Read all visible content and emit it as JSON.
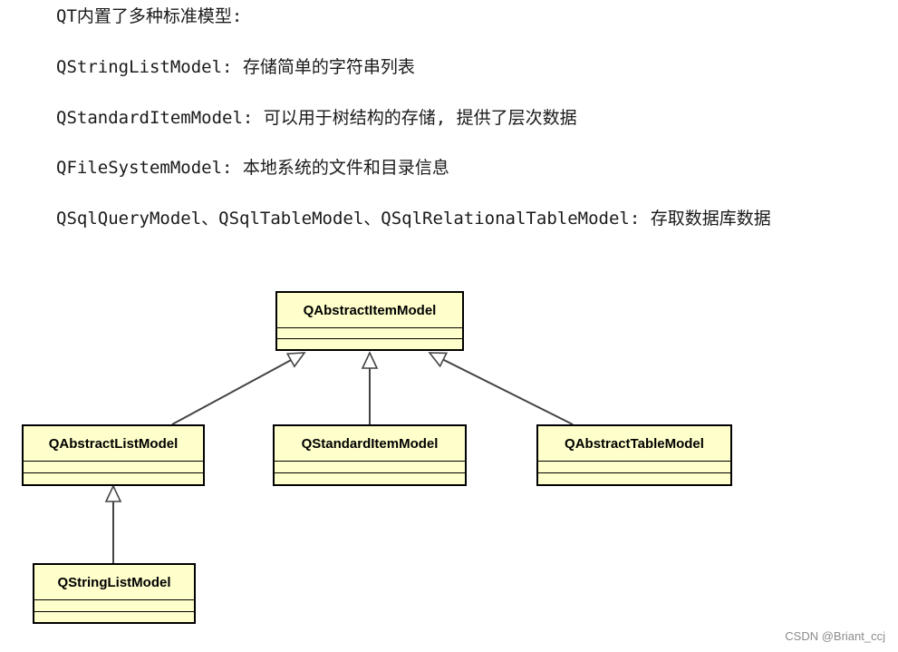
{
  "text_lines": [
    "QT内置了多种标准模型:",
    "QStringListModel: 存储简单的字符串列表",
    "QStandardItemModel: 可以用于树结构的存储, 提供了层次数据",
    "QFileSystemModel: 本地系统的文件和目录信息",
    "QSqlQueryModel、QSqlTableModel、QSqlRelationalTableModel: 存取数据库数据"
  ],
  "diagram": {
    "colors": {
      "class_fill": "#ffffcc",
      "class_border": "#000000",
      "link": "#444444"
    },
    "classes": {
      "abstract_item_model": "QAbstractItemModel",
      "abstract_list_model": "QAbstractListModel",
      "standard_item_model": "QStandardItemModel",
      "abstract_table_model": "QAbstractTableModel",
      "string_list_model": "QStringListModel"
    },
    "relations": [
      {
        "type": "inheritance",
        "from": "abstract_list_model",
        "to": "abstract_item_model"
      },
      {
        "type": "inheritance",
        "from": "standard_item_model",
        "to": "abstract_item_model"
      },
      {
        "type": "inheritance",
        "from": "abstract_table_model",
        "to": "abstract_item_model"
      },
      {
        "type": "inheritance",
        "from": "string_list_model",
        "to": "abstract_list_model"
      }
    ]
  },
  "watermark": "CSDN @Briant_ccj"
}
